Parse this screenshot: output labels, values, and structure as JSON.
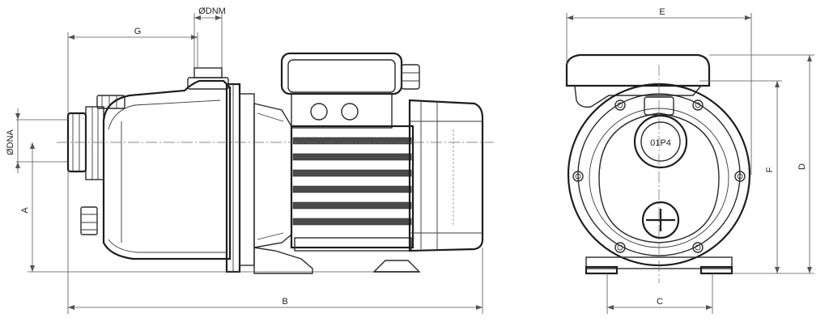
{
  "dimensions": {
    "g": "G",
    "dnm": "ØDNM",
    "dna": "ØDNA",
    "a": "A",
    "b": "B",
    "e": "E",
    "f": "F",
    "d": "D",
    "c": "C"
  },
  "nameplate": "01P4",
  "colors": {
    "line": "#2b2b2b",
    "dimension": "#555555",
    "background": "#ffffff"
  }
}
